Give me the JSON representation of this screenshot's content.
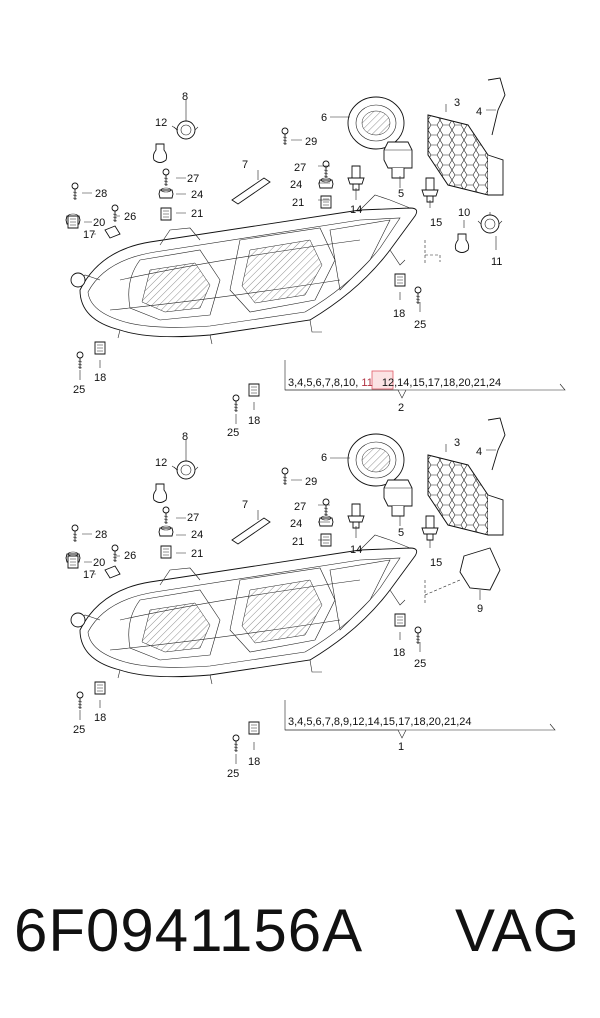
{
  "diagram": {
    "upper": {
      "callouts": {
        "c8": "8",
        "c12": "12",
        "c6": "6",
        "c3": "3",
        "c4": "4",
        "c29": "29",
        "c7": "7",
        "c27": "27",
        "c24": "24",
        "c21": "21",
        "c5": "5",
        "c28": "28",
        "c26": "26",
        "c20": "20",
        "c17": "17",
        "c27b": "27",
        "c24b": "24",
        "c21b": "21",
        "c14": "14",
        "c15": "15",
        "c10": "10",
        "c11": "11",
        "c18": "18",
        "c25": "25",
        "c25b": "25",
        "c18b": "18",
        "c25c": "25",
        "c18c": "18"
      },
      "range_prefix": "3,4,5,6,7,8,10,",
      "range_highlight": "11",
      "range_suffix": "12,14,15,17,18,20,21,24",
      "assembly": "2"
    },
    "lower": {
      "callouts": {
        "c8": "8",
        "c12": "12",
        "c6": "6",
        "c3": "3",
        "c4": "4",
        "c29": "29",
        "c7": "7",
        "c27": "27",
        "c24": "24",
        "c21": "21",
        "c5": "5",
        "c28": "28",
        "c26": "26",
        "c20": "20",
        "c17": "17",
        "c27b": "27",
        "c24b": "24",
        "c21b": "21",
        "c14": "14",
        "c15": "15",
        "c9": "9",
        "c18": "18",
        "c25": "25",
        "c25b": "25",
        "c18b": "18",
        "c25c": "25",
        "c18c": "18"
      },
      "range": "3,4,5,6,7,8,9,12,14,15,17,18,20,21,24",
      "assembly": "1"
    }
  },
  "footer": {
    "part_number": "6F0941156A",
    "brand": "VAG"
  },
  "colors": {
    "highlight_fill": "#fbe3e4",
    "highlight_stroke": "#e25a66"
  }
}
